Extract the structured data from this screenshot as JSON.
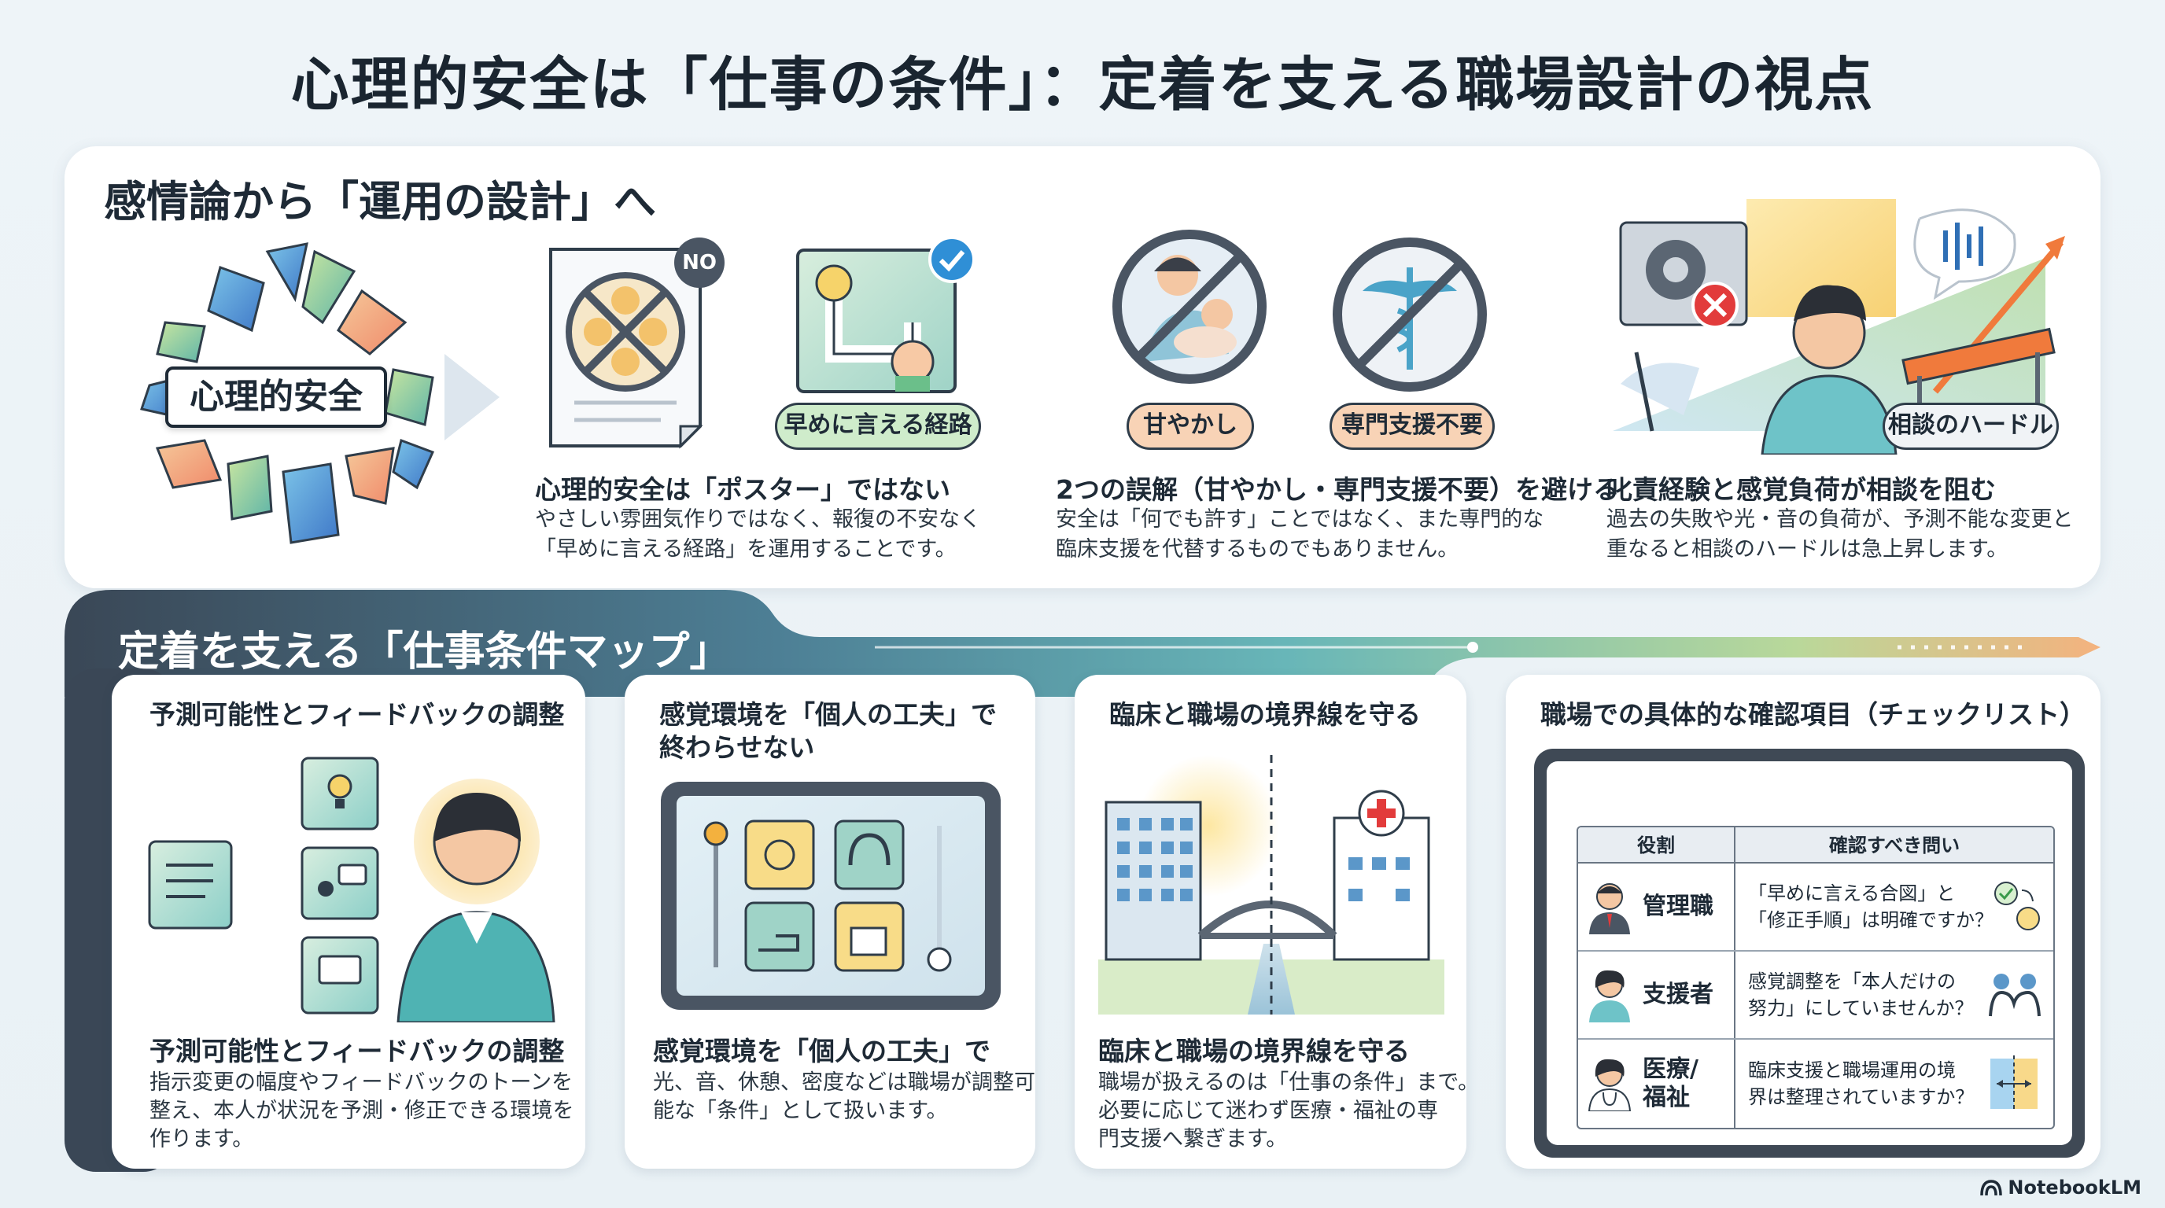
{
  "title": "心理的安全は「仕事の条件」：定着を支える職場設計の視点",
  "top": {
    "heading": "感情論から「運用の設計」へ",
    "shatter_label": "心理的安全",
    "no_badge": "NO",
    "route_pill": "早めに言える経路",
    "pill_amayakashi": "甘やかし",
    "pill_senmon": "専門支援不要",
    "pill_hurdle": "相談のハードル",
    "col1": {
      "title": "心理的安全は「ポスター」ではない",
      "line1": "やさしい雰囲気作りではなく、報復の不安なく",
      "line2": "「早めに言える経路」を運用することです。"
    },
    "col2": {
      "title": "2つの誤解（甘やかし・専門支援不要）を避ける",
      "line1": "安全は「何でも許す」ことではなく、また専門的な",
      "line2": "臨床支援を代替するものでもありません。"
    },
    "col3": {
      "title": "叱責経験と感覚負荷が相談を阻む",
      "line1": "過去の失敗や光・音の負荷が、予測不能な変更と",
      "line2": "重なると相談のハードルは急上昇します。"
    }
  },
  "bottom": {
    "heading": "定着を支える「仕事条件マップ」",
    "card1": {
      "header": "予測可能性とフィードバックの調整",
      "title": "予測可能性とフィードバックの調整",
      "line1": "指示変更の幅度やフィードバックのトーンを",
      "line2": "整え、本人が状況を予測・修正できる環境を",
      "line3": "作ります。"
    },
    "card2": {
      "header1": "感覚環境を「個人の工夫」で",
      "header2": "終わらせない",
      "title": "感覚環境を「個人の工夫」で",
      "line1": "光、音、休憩、密度などは職場が調整可",
      "line2": "能な「条件」として扱います。"
    },
    "card3": {
      "header": "臨床と職場の境界線を守る",
      "title": "臨床と職場の境界線を守る",
      "line1": "職場が扱えるのは「仕事の条件」まで。",
      "line2": "必要に応じて迷わず医療・福祉の専",
      "line3": "門支援へ繋ぎます。"
    },
    "card4": {
      "header": "職場での具体的な確認項目（チェックリスト）",
      "col_role": "役割",
      "col_question": "確認すべき問い",
      "rows": [
        {
          "role": "管理職",
          "q1": "「早めに言える合図」と",
          "q2": "「修正手順」は明確ですか？"
        },
        {
          "role": "支援者",
          "q1": "感覚調整を「本人だけの",
          "q2": "努力」にしていませんか？"
        },
        {
          "role1": "医療/",
          "role2": "福祉",
          "q1": "臨床支援と職場運用の境",
          "q2": "界は整理されていますか？"
        }
      ]
    }
  },
  "footer": {
    "brand": "NotebookLM"
  },
  "colors": {
    "navy": "#3a4756",
    "teal": "#5bb3b8",
    "green": "#9ccc7a",
    "orange": "#f07a3c",
    "red": "#e23b3b"
  }
}
